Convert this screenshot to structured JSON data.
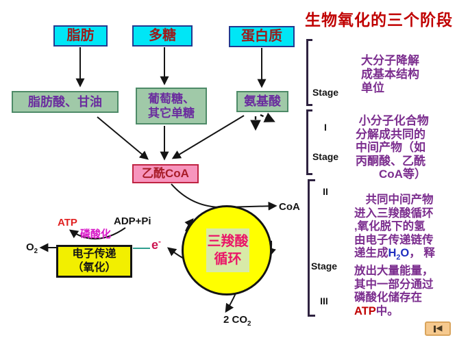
{
  "title": "生物氧化的三个阶段",
  "boxes": {
    "fat": "脂肪",
    "polysaccharide": "多糖",
    "protein": "蛋白质",
    "fatty_acids_glycerol": "脂肪酸、甘油",
    "glucose_monosaccharides": "葡萄糖、\n其它单糖",
    "amino_acids": "氨基酸",
    "acetyl_coa": "乙酰CoA",
    "electron_transport": "电子传递\n（氧化）",
    "tca_cycle": "三羧酸\n循环"
  },
  "labels": {
    "atp": "ATP",
    "adp_pi": "ADP+Pi",
    "phosphorylation": "磷酸化",
    "o2_base": "O",
    "o2_sub": "2",
    "electron_base": "e",
    "electron_sup": "-",
    "coa": "CoA",
    "co2_prefix": "2 CO",
    "co2_sub": "2"
  },
  "stages": {
    "stage1": {
      "word": "Stage",
      "numeral": "I",
      "desc": "大分子降解\n成基本结构\n单位"
    },
    "stage2": {
      "word": "Stage",
      "numeral": "II",
      "desc": " 小分子化合物\n分解成共同的\n中间产物（如\n丙酮酸、乙酰\n　　CoA等）"
    },
    "stage3": {
      "word": "Stage",
      "numeral": "III",
      "desc_part1": "　共同中间产物\n进入三羧酸循环\n,氧化脱下的氢\n由电子传递链传\n递生成",
      "h2o_h": "H",
      "h2o_sub": "2",
      "h2o_o": "O",
      "desc_part2": "， 释\n放出大量能量，\n其中一部分通过\n磷酸化储存在\n",
      "atp": "ATP",
      "desc_part3": "中。"
    }
  },
  "nav": {
    "back_glyph": "◀"
  },
  "colors": {
    "title_red": "#c00000",
    "box_cyan": "#00e6f6",
    "box_green": "#a0c9a8",
    "box_pink": "#f795bd",
    "box_yellow": "#f2ef00",
    "circle_yellow": "#ffff00",
    "tca_text": "#ea1668",
    "purple_text": "#7b2d8e",
    "h2o_blue": "#2030c0",
    "atp_red": "#e02020",
    "phosphorylation_magenta": "#d818c8",
    "electron_crimson": "#cc1450",
    "teal_line": "#2e9e8e",
    "nav_tan": "#f6c98e"
  }
}
